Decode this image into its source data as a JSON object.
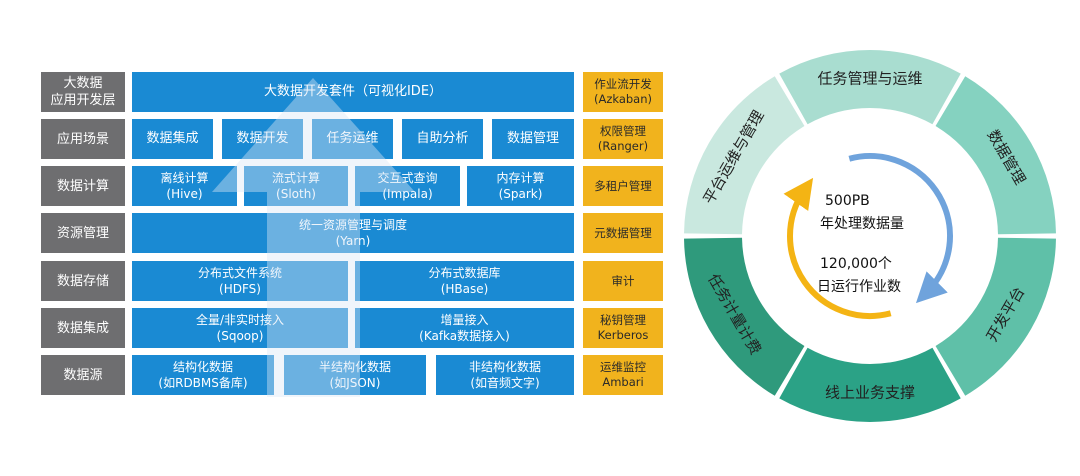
{
  "stack": {
    "layers": [
      {
        "label_lines": [
          "大数据",
          "应用开发层"
        ]
      },
      {
        "label_lines": [
          "应用场景"
        ]
      },
      {
        "label_lines": [
          "数据计算"
        ]
      },
      {
        "label_lines": [
          "资源管理"
        ]
      },
      {
        "label_lines": [
          "数据存储"
        ]
      },
      {
        "label_lines": [
          "数据集成"
        ]
      },
      {
        "label_lines": [
          "数据源"
        ]
      }
    ],
    "dev_suite": {
      "title": "大数据开发套件（可视化IDE）"
    },
    "scenarios": [
      {
        "title": "数据集成"
      },
      {
        "title": "数据开发"
      },
      {
        "title": "任务运维"
      },
      {
        "title": "自助分析"
      },
      {
        "title": "数据管理"
      }
    ],
    "compute": [
      {
        "title": "离线计算",
        "sub": "(Hive)"
      },
      {
        "title": "流式计算",
        "sub": "(Sloth)"
      },
      {
        "title": "交互式查询",
        "sub": "(Impala)"
      },
      {
        "title": "内存计算",
        "sub": "(Spark)"
      }
    ],
    "resource": {
      "title": "统一资源管理与调度",
      "sub": "(Yarn)"
    },
    "storage": [
      {
        "title": "分布式文件系统",
        "sub": "(HDFS)"
      },
      {
        "title": "分布式数据库",
        "sub": "(HBase)"
      }
    ],
    "integration": [
      {
        "title": "全量/非实时接入",
        "sub": "(Sqoop)"
      },
      {
        "title": "增量接入",
        "sub": "(Kafka数据接入)"
      }
    ],
    "sources": [
      {
        "title": "结构化数据",
        "sub": "(如RDBMS备库)"
      },
      {
        "title": "半结构化数据",
        "sub": "(如JSON)"
      },
      {
        "title": "非结构化数据",
        "sub": "(如音频文字)"
      }
    ],
    "side_column": [
      {
        "title": "作业流开发",
        "sub": "(Azkaban)"
      },
      {
        "title": "权限管理",
        "sub": "(Ranger)"
      },
      {
        "title": "多租户管理",
        "sub": ""
      },
      {
        "title": "元数据管理",
        "sub": ""
      },
      {
        "title": "审计",
        "sub": ""
      },
      {
        "title": "秘钥管理",
        "sub": "Kerberos"
      },
      {
        "title": "运维监控",
        "sub": "Ambari"
      }
    ]
  },
  "ring": {
    "segments": [
      {
        "label": "任务管理与运维",
        "color": "#a9ddd0"
      },
      {
        "label": "数据管理",
        "color": "#85d2c0"
      },
      {
        "label": "开发平台",
        "color": "#5fc0a8"
      },
      {
        "label": "线上业务支撑",
        "color": "#2ba286"
      },
      {
        "label": "任务计量计费",
        "color": "#2f9a7c"
      },
      {
        "label": "平台运维与管理",
        "color": "#c9e8df"
      }
    ],
    "stat1_value": "500PB",
    "stat1_label": "年处理数据量",
    "stat2_value": "120,000个",
    "stat2_label": "日运行作业数",
    "arrow_colors": {
      "blue": "#6fa3dc",
      "yellow": "#f4b414"
    }
  },
  "colors": {
    "label_gray": "#6e6e70",
    "cell_blue": "#1a8ad3",
    "side_gold": "#f1b31d",
    "arrow_overlay": "#dbe6f6"
  }
}
